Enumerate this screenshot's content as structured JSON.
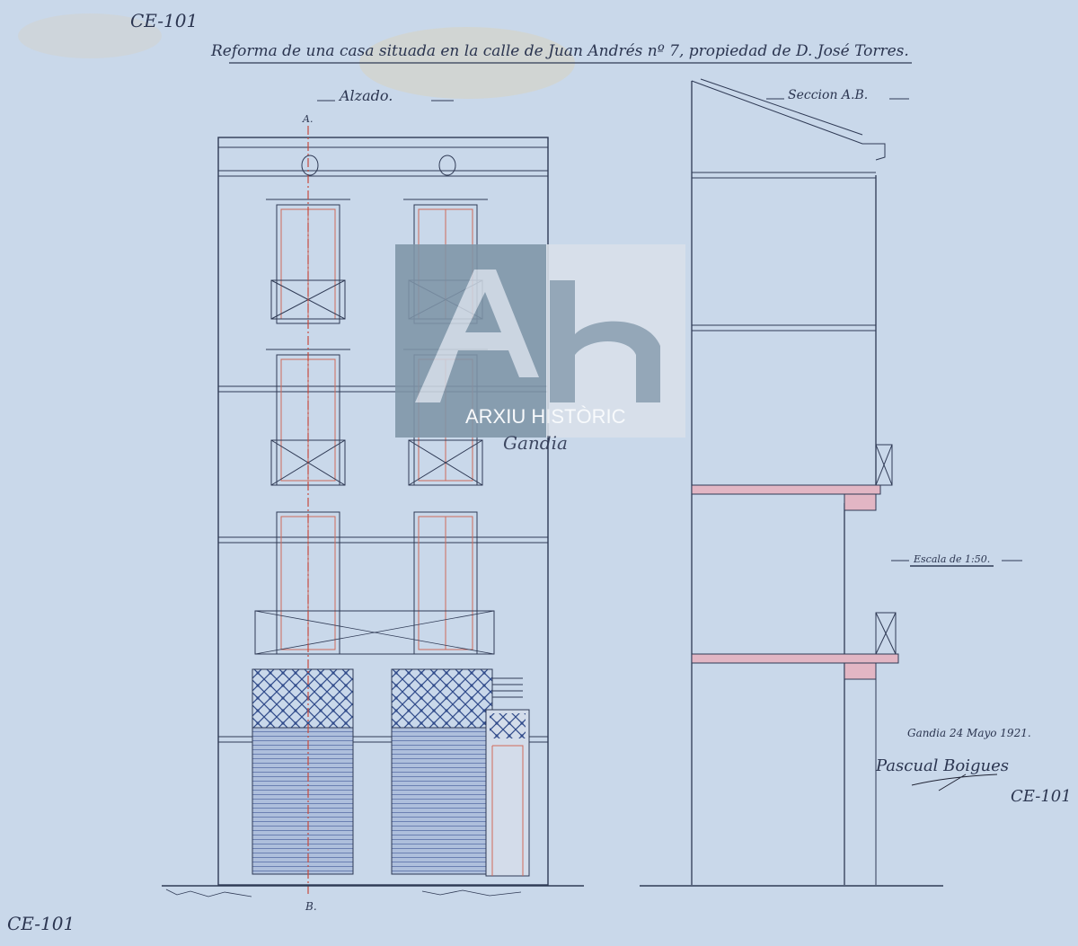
{
  "document": {
    "title": "Reforma de una casa situada en la calle de Juan Andrés nº 7, propiedad de D. José Torres.",
    "elevation_label": "Alzado.",
    "section_label": "Seccion A.B.",
    "section_mark_top": "A.",
    "section_mark_bottom": "B.",
    "scale": "Escala de 1:50.",
    "place_date": "Gandia 24 Mayo 1921.",
    "signature": "Pascual Boigues",
    "archive_refs": [
      "CE-101",
      "CE-101",
      "CE-101"
    ]
  },
  "watermark": {
    "logo_letters": "Ah",
    "line1": "ARXIU HISTÒRIC",
    "line2": "Gandia"
  },
  "colors": {
    "paper": "#c9d8ea",
    "ink": "#2f3a55",
    "red_line": "#d06a5a",
    "pink_fill": "#e2b6c4",
    "watermark_dark": "#7f95a8",
    "watermark_light": "#d9e1ea"
  }
}
